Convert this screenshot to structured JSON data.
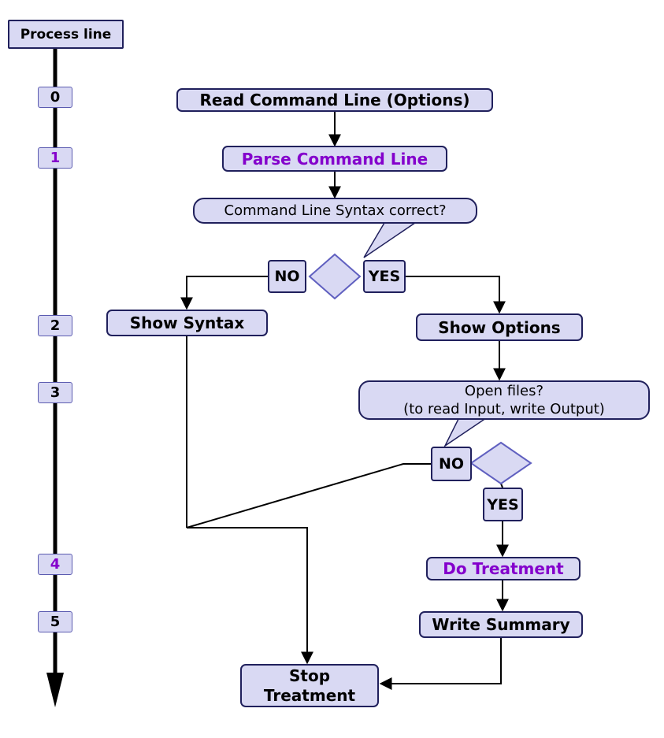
{
  "diagram": {
    "legend": {
      "title": "Process line"
    },
    "timeline": {
      "labels": [
        "0",
        "1",
        "2",
        "3",
        "4",
        "5"
      ]
    },
    "nodes": {
      "read_command_line": "Read Command Line (Options)",
      "parse_command_line": "Parse Command Line",
      "syntax_question": "Command Line Syntax correct?",
      "syntax_no": "NO",
      "syntax_yes": "YES",
      "show_syntax": "Show Syntax",
      "show_options": "Show Options",
      "open_files_question_line1": "Open files?",
      "open_files_question_line2": "(to read Input, write Output)",
      "open_no": "NO",
      "open_yes": "YES",
      "do_treatment": "Do Treatment",
      "write_summary": "Write Summary",
      "stop_treatment_line1": "Stop",
      "stop_treatment_line2": "Treatment"
    },
    "colors": {
      "node_fill": "#d9d9f3",
      "node_border": "#20205c",
      "diamond_border": "#6060c0",
      "accent_text": "#8400cc",
      "line": "#000000"
    }
  }
}
